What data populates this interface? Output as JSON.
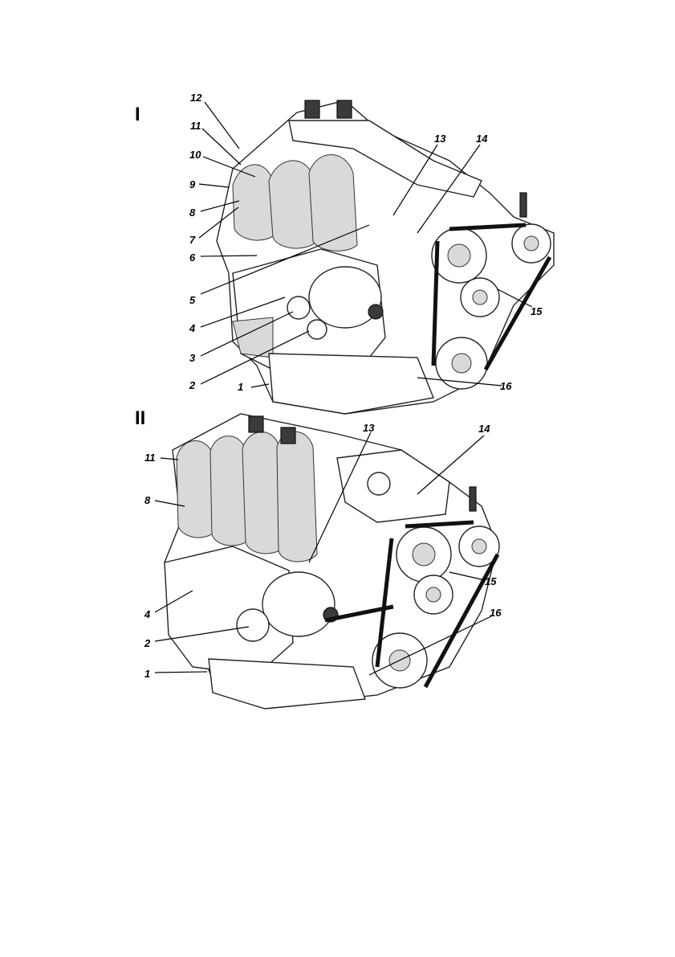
{
  "figure": {
    "views": [
      {
        "id": "I",
        "label": "I",
        "callouts": [
          "12",
          "11",
          "10",
          "9",
          "8",
          "7",
          "6",
          "5",
          "4",
          "3",
          "2",
          "1",
          "13",
          "14",
          "15",
          "16"
        ]
      },
      {
        "id": "II",
        "label": "II",
        "callouts": [
          "13",
          "14",
          "11",
          "8",
          "4",
          "2",
          "1",
          "15",
          "16"
        ]
      }
    ]
  }
}
